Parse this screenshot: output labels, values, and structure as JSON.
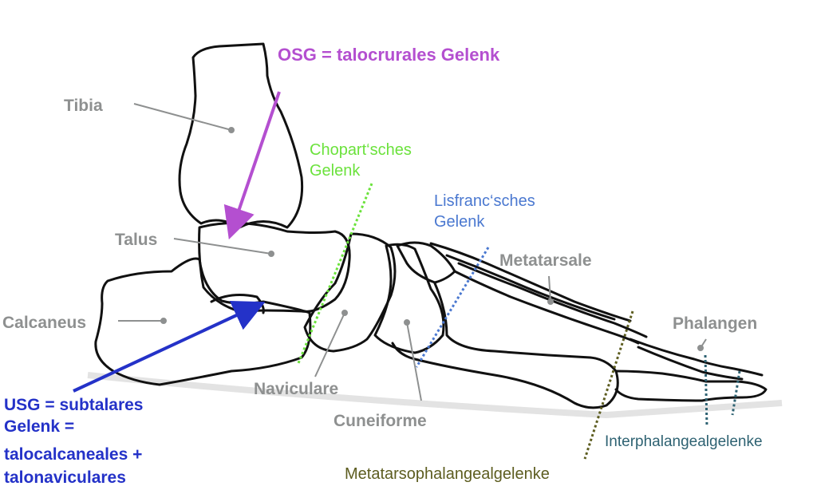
{
  "title": "OSG = talocrurales Gelenk",
  "bones": {
    "tibia": "Tibia",
    "talus": "Talus",
    "calcaneus": "Calcaneus",
    "naviculare": "Naviculare",
    "cuneiforme": "Cuneiforme",
    "metatarsale": "Metatarsale",
    "phalangen": "Phalangen"
  },
  "joints": {
    "chopart": [
      "Chopart‘sches",
      "Gelenk"
    ],
    "lisfranc": [
      "Lisfranc‘sches",
      "Gelenk"
    ],
    "usg": [
      "USG = subtalares",
      "Gelenk =",
      "talocalcaneales +",
      "talonaviculares"
    ],
    "metatarsophalangeal": "Metatarsophalangealgelenke",
    "interphalangeal": "Interphalangealgelenke"
  },
  "colors": {
    "osg": "#b44fd0",
    "chopart": "#6be23c",
    "lisfranc": "#4a78d0",
    "usg": "#2432c8",
    "metatarsophalangeal": "#5d5d20",
    "interphalangeal": "#2e6272",
    "bone_label": "#8e9090",
    "outline": "#111111"
  }
}
